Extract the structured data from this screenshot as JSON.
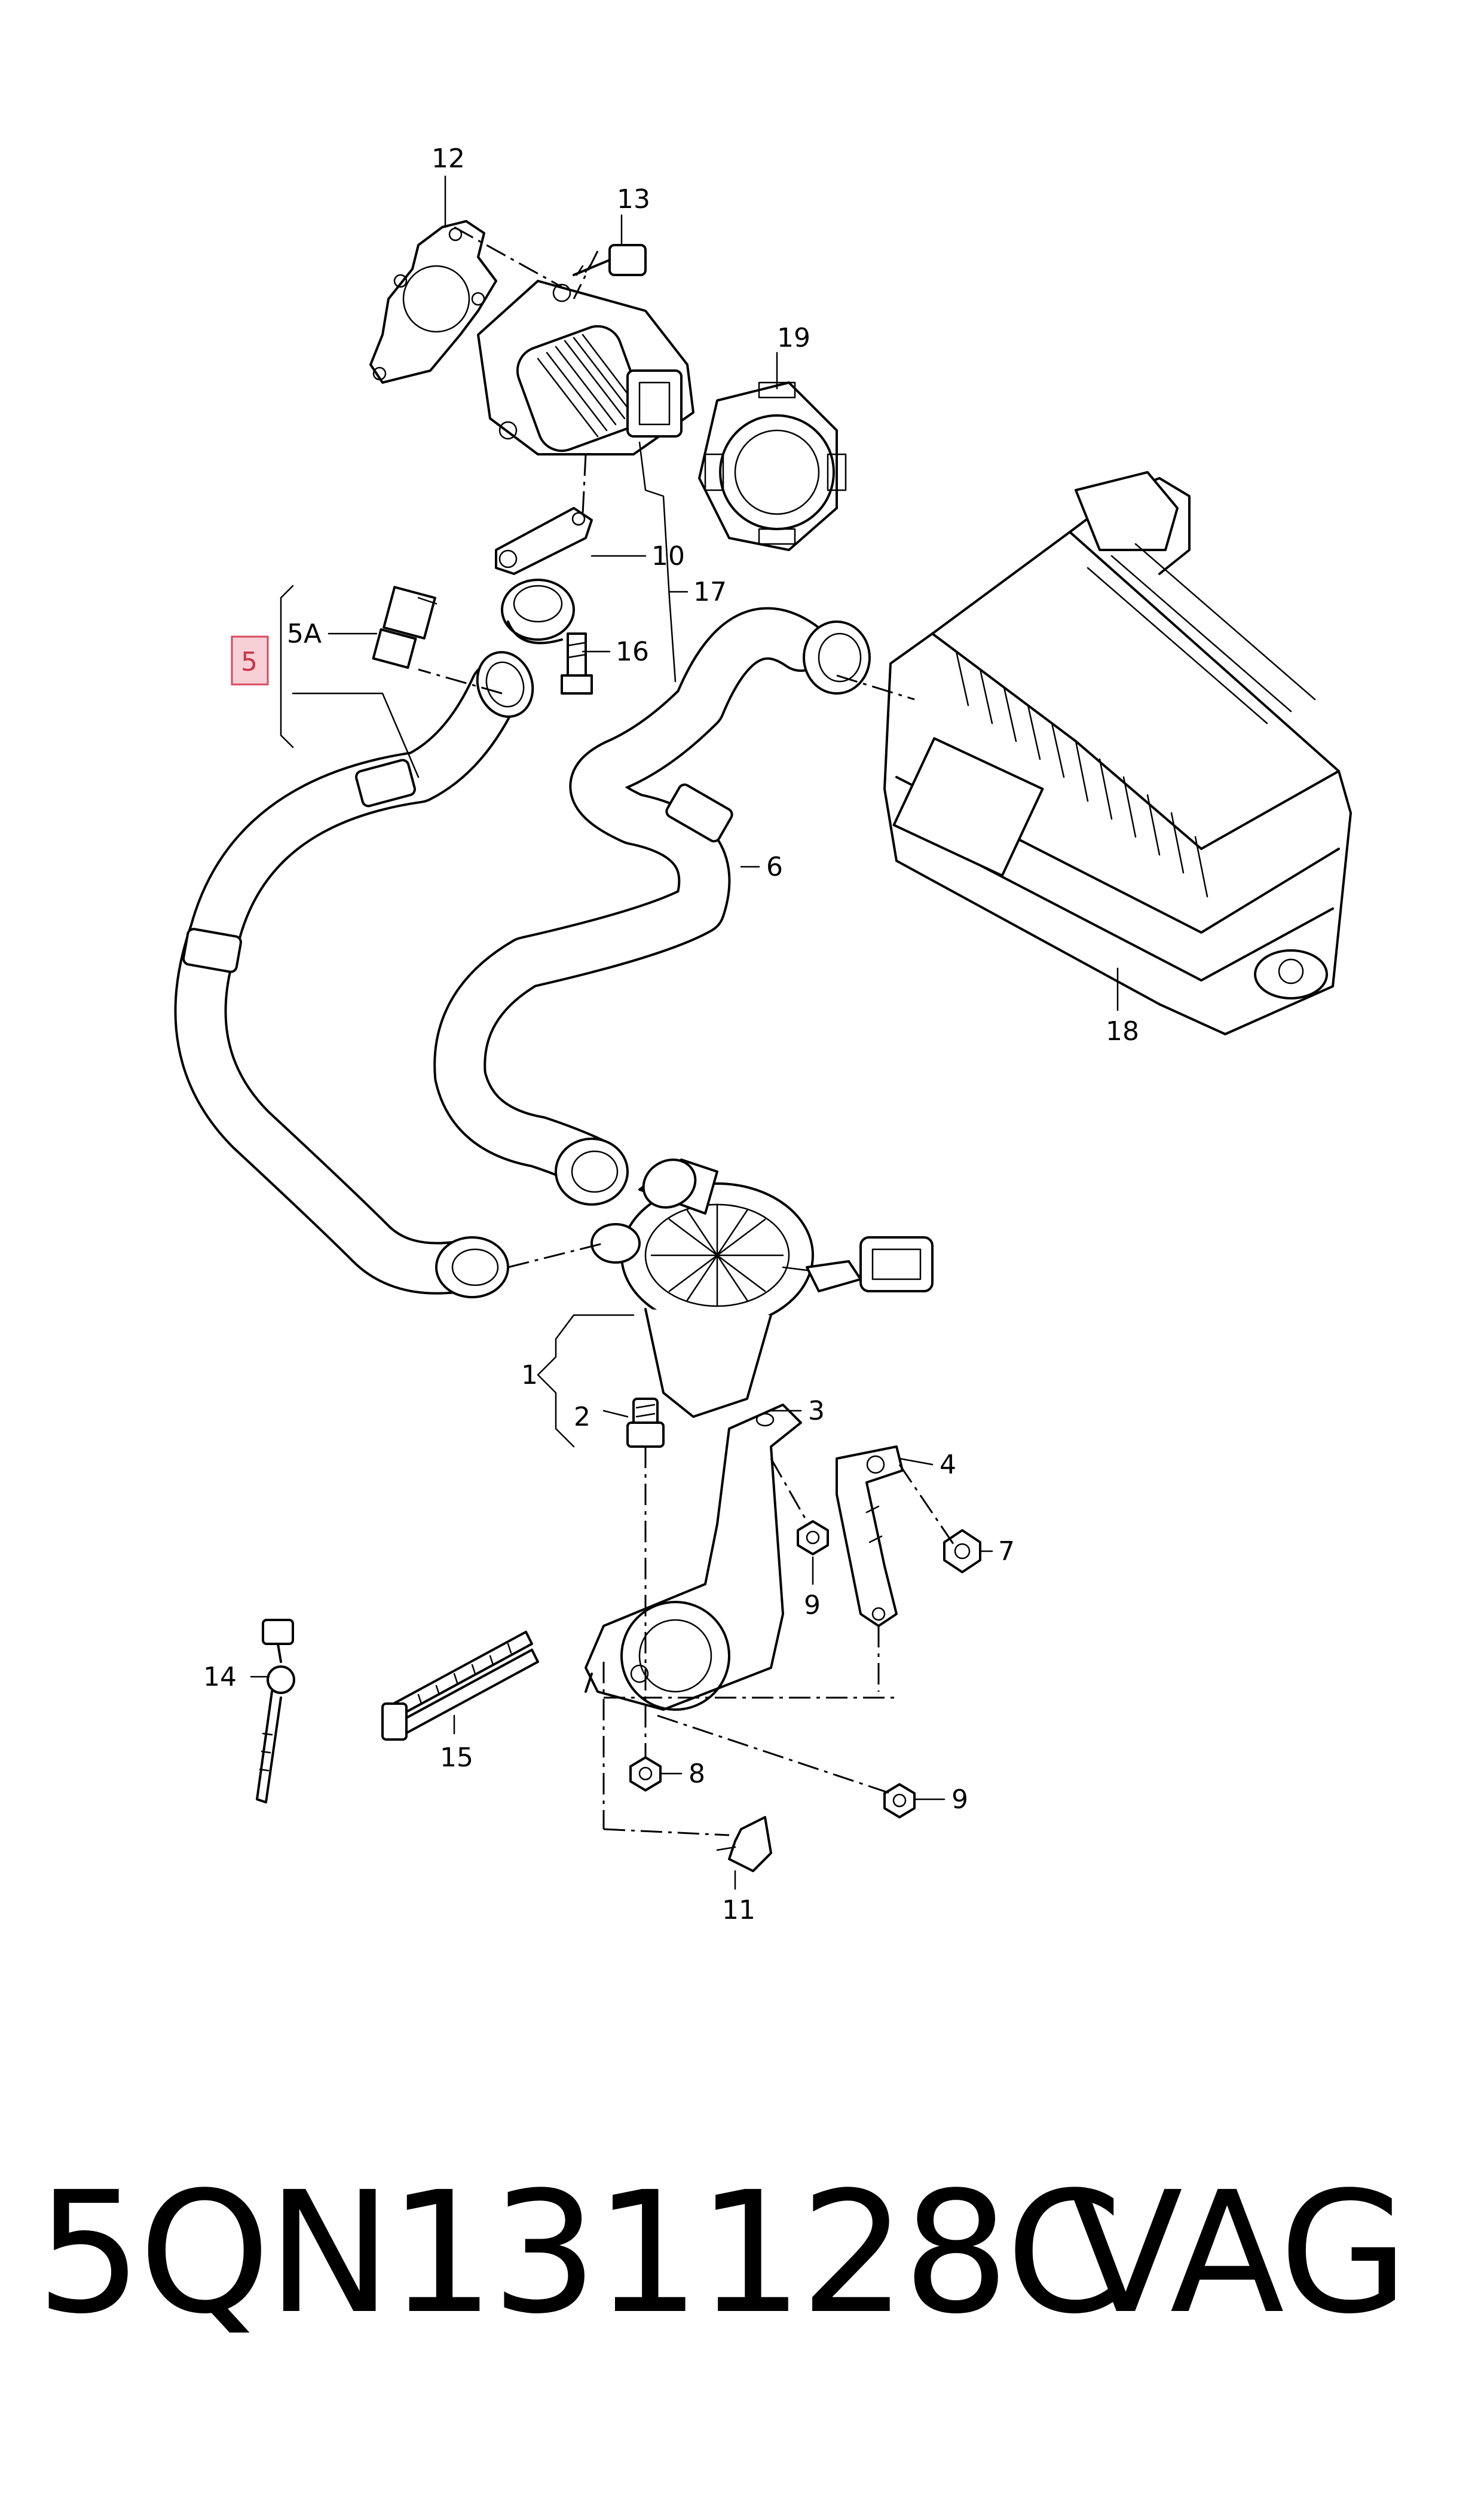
{
  "diagram": {
    "callouts": {
      "c1": "1",
      "c2": "2",
      "c3": "3",
      "c4": "4",
      "c5": "5",
      "c5a": "5A",
      "c6": "6",
      "c7": "7",
      "c8": "8",
      "c9a": "9",
      "c9b": "9",
      "c10": "10",
      "c11": "11",
      "c12": "12",
      "c13": "13",
      "c14": "14",
      "c15": "15",
      "c16": "16",
      "c17": "17",
      "c18": "18",
      "c19": "19"
    },
    "highlighted_callout": "5",
    "highlight_color": "#f7d0d6",
    "highlight_border": "#d84a5e"
  },
  "footer": {
    "part_number": "5QN131128C",
    "brand": "VAG"
  }
}
